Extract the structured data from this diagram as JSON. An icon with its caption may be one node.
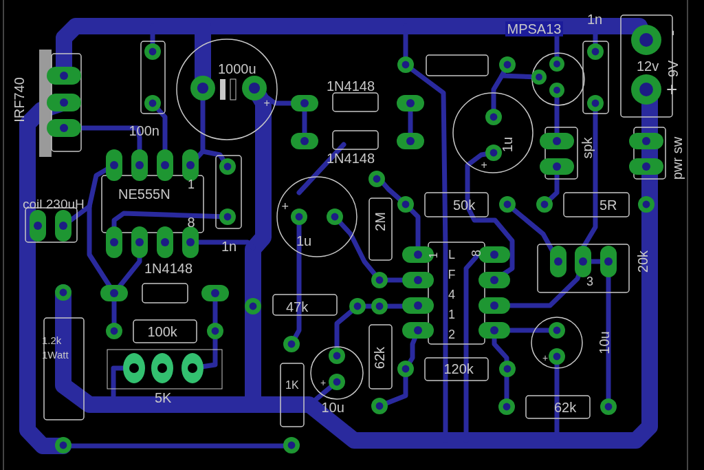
{
  "diagram": {
    "labels": [
      "1n",
      "MPSA13",
      "-",
      "12v",
      "9V",
      "1000u",
      "+",
      "1N4148",
      "IRF740",
      "+",
      "100n",
      "1u",
      "1N4148",
      "spk",
      "pwr sw",
      "+",
      "1",
      "NE555N",
      "coil 230uH",
      "+",
      "50k",
      "5R",
      "2M",
      "8",
      "1u",
      "1n",
      "1",
      "8",
      "LF412",
      "20k",
      "1N4148",
      "3",
      "47k",
      "100k",
      "10u",
      "1.2k 1Watt",
      "62k",
      "+",
      "120k",
      "1K",
      "+",
      "5K",
      "10u",
      "62k"
    ]
  }
}
